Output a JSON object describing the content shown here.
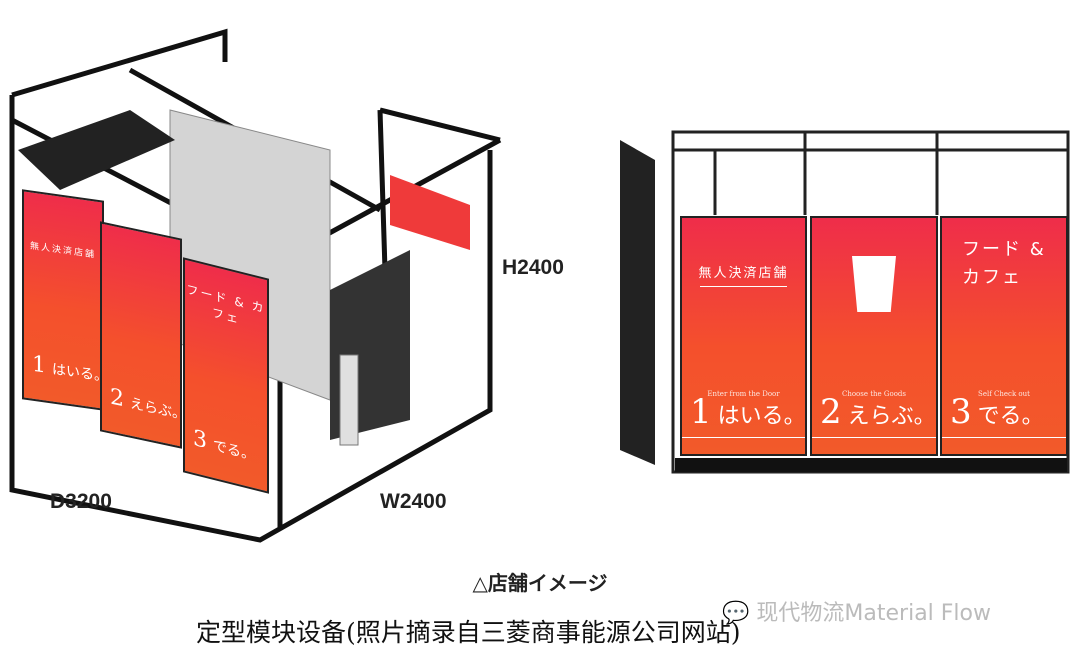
{
  "dimensions": {
    "height": "H2400",
    "depth": "D3200",
    "width": "W2400"
  },
  "panels": [
    {
      "title": "無人決済店舗",
      "subtitle": "Enter from the Door",
      "num": "1",
      "step": "はいる。"
    },
    {
      "title": "",
      "subtitle": "Choose the Goods",
      "num": "2",
      "step": "えらぶ。"
    },
    {
      "title": "フード & カフェ",
      "subtitle": "Self Check out",
      "num": "3",
      "step": "でる。"
    }
  ],
  "caption_jp": "△店舗イメージ",
  "caption_cn": "定型模块设备(照片摘录自三菱商事能源公司网站)",
  "watermark": "现代物流Material Flow",
  "colors": {
    "panel_top": "#ef2d4a",
    "panel_bottom": "#f25a2a",
    "frame": "#1a1a1a"
  }
}
